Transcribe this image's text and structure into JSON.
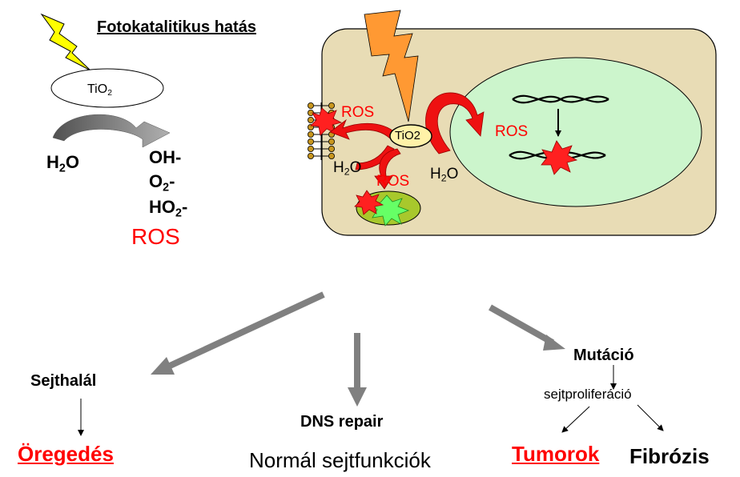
{
  "title": "Fotokatalitikus hatás",
  "left_panel": {
    "tio2_label": "TiO",
    "tio2_sub": "2",
    "reactant": {
      "main": "H",
      "sub": "2",
      "tail": "O"
    },
    "products": {
      "oh": "OH-",
      "o2": {
        "main": "O",
        "sub": "2",
        "tail": "-"
      },
      "ho2": {
        "main": "HO",
        "sub": "2",
        "tail": "-"
      },
      "ros": "ROS"
    }
  },
  "cell": {
    "tio2_particle": "TiO2",
    "ros_membrane": "ROS",
    "ros_mito": "ROS",
    "ros_nucleus": "ROS",
    "h2o_left": {
      "main": "H",
      "sub": "2",
      "tail": "O"
    },
    "h2o_right": {
      "main": "H",
      "sub": "2",
      "tail": "O"
    }
  },
  "outcomes": {
    "death": "Sejthalál",
    "aging": "Öregedés",
    "repair": "DNS repair",
    "normal": "Normál sejtfunkciók",
    "mutation": "Mutáció",
    "proliferation": "sejtproliferáció",
    "tumor": "Tumorok",
    "fibrosis": "Fibrózis"
  },
  "colors": {
    "ros_red": "#ff0000",
    "cell_fill": "#e8dcb5",
    "nucleus_fill": "#ccf5cc",
    "bolt_yellow": "#ffff00",
    "bolt_orange": "#ff9933",
    "arrow_gray": "#808080"
  }
}
